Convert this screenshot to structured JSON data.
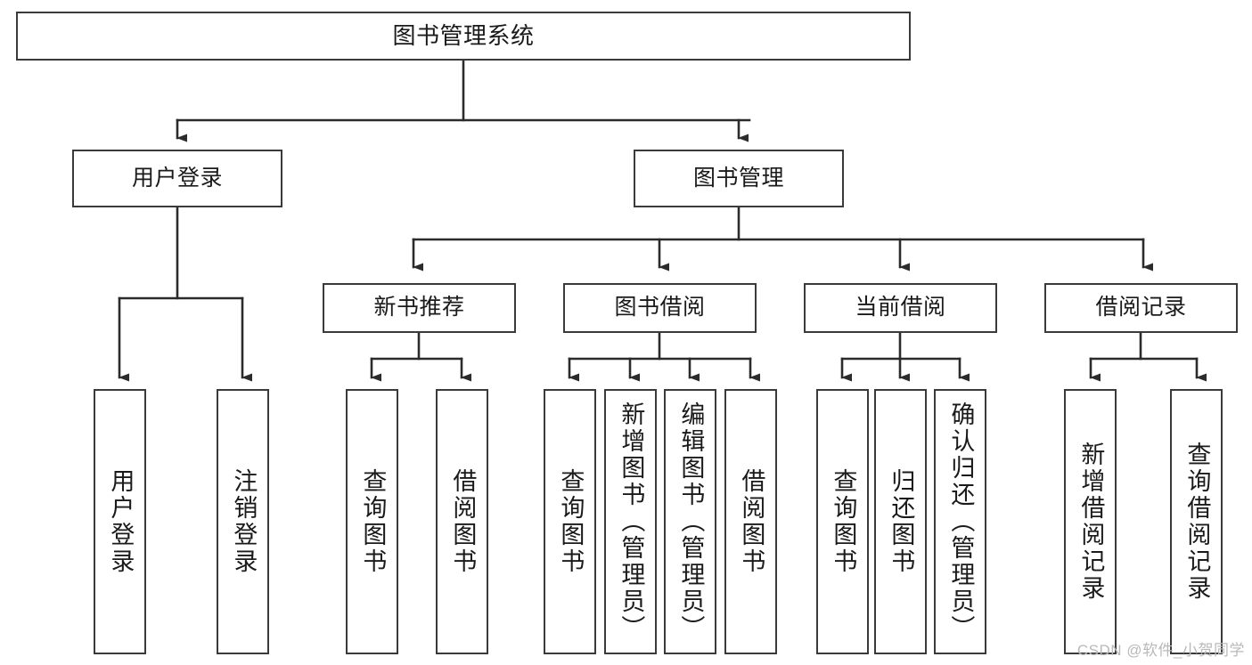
{
  "diagram": {
    "title": "图书管理系统",
    "type": "tree-hierarchy-diagram",
    "colors": {
      "box_border": "#3a3a3a",
      "box_fill": "#ffffff",
      "connector": "#2b2b2b",
      "text": "#1a1a1a",
      "watermark": "#b9b9b9",
      "background": "#ffffff"
    },
    "nodes": {
      "root": {
        "label": "图书管理系统"
      },
      "level2": [
        {
          "id": "user-login",
          "label": "用户登录"
        },
        {
          "id": "book-management",
          "label": "图书管理"
        }
      ],
      "level3": [
        {
          "id": "new-book-recommend",
          "label": "新书推荐"
        },
        {
          "id": "book-borrow",
          "label": "图书借阅"
        },
        {
          "id": "current-borrow",
          "label": "当前借阅"
        },
        {
          "id": "borrow-record",
          "label": "借阅记录"
        }
      ],
      "leaves": [
        {
          "id": "leaf-user-login",
          "label": "用户登录",
          "parent": "user-login"
        },
        {
          "id": "leaf-logout-login",
          "label": "注销登录",
          "parent": "user-login"
        },
        {
          "id": "leaf-query-book-1",
          "label": "查询图书",
          "parent": "new-book-recommend"
        },
        {
          "id": "leaf-borrow-book-1",
          "label": "借阅图书",
          "parent": "new-book-recommend"
        },
        {
          "id": "leaf-query-book-2",
          "label": "查询图书",
          "parent": "book-borrow"
        },
        {
          "id": "leaf-add-book",
          "label": "新增图书（管理员）",
          "parent": "book-borrow"
        },
        {
          "id": "leaf-edit-book",
          "label": "编辑图书（管理员）",
          "parent": "book-borrow"
        },
        {
          "id": "leaf-borrow-book-2",
          "label": "借阅图书",
          "parent": "book-borrow"
        },
        {
          "id": "leaf-query-book-3",
          "label": "查询图书",
          "parent": "current-borrow"
        },
        {
          "id": "leaf-return-book",
          "label": "归还图书",
          "parent": "current-borrow"
        },
        {
          "id": "leaf-confirm-return",
          "label": "确认归还（管理员）",
          "parent": "current-borrow"
        },
        {
          "id": "leaf-add-record",
          "label": "新增借阅记录",
          "parent": "borrow-record"
        },
        {
          "id": "leaf-query-record",
          "label": "查询借阅记录",
          "parent": "borrow-record"
        }
      ]
    },
    "watermark": "CSDN @软件_小贺同学"
  }
}
